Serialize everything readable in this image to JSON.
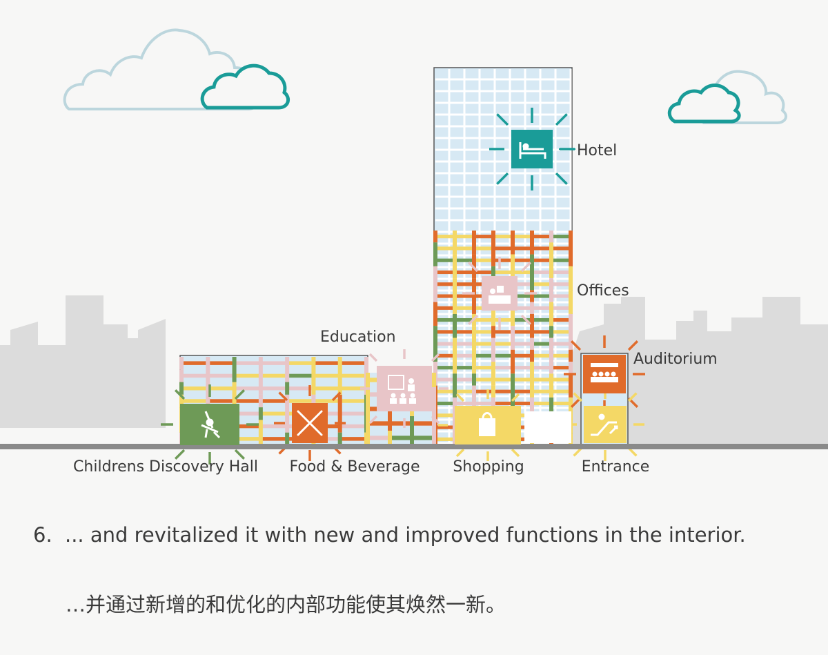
{
  "labels": {
    "hotel": "Hotel",
    "offices": "Offices",
    "education": "Education",
    "auditorium": "Auditorium",
    "childrens": "Childrens Discovery Hall",
    "food": "Food & Beverage",
    "shopping": "Shopping",
    "entrance": "Entrance"
  },
  "caption": {
    "number": "6.",
    "english": "... and revitalized it with new and improved functions in the interior.",
    "chinese": "…并通过新增的和优化的内部功能使其焕然一新。"
  },
  "colors": {
    "teal": "#1a9c98",
    "orange": "#e06b2b",
    "green": "#6e9a57",
    "yellow": "#f4d866",
    "pink": "#e8c5c8",
    "glass": "#d7e9f4",
    "skyline": "#dcdcdc",
    "cloud_light": "#bcd6dd",
    "ground": "#8a8a8a"
  },
  "icons": {
    "hotel": "bed-icon",
    "offices": "desk-icon",
    "education": "classroom-icon",
    "auditorium": "audience-icon",
    "childrens": "swing-icon",
    "food": "fork-knife-icon",
    "shopping": "shopping-bag-icon",
    "entrance": "escalator-icon"
  }
}
